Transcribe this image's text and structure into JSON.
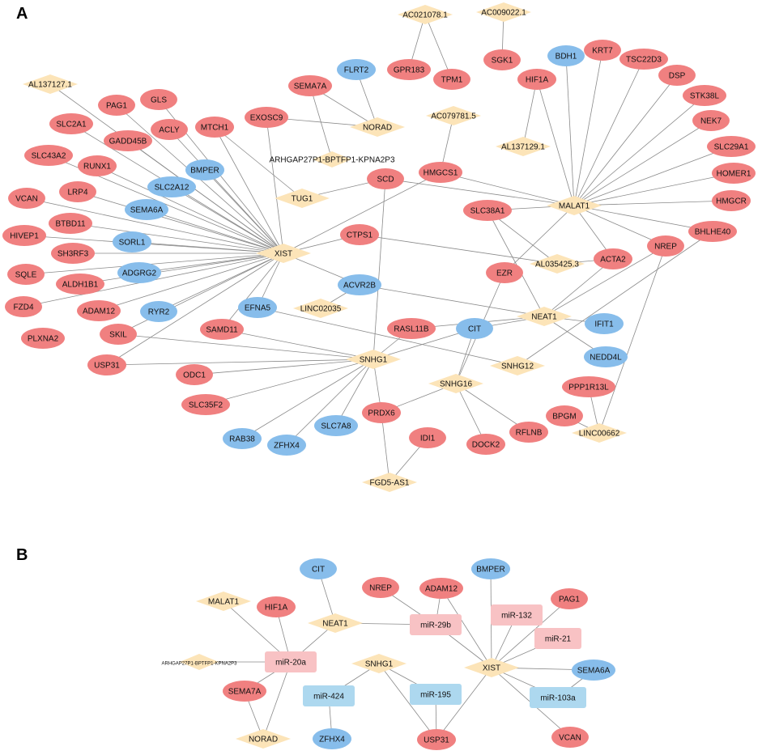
{
  "colors": {
    "red": "#F08080",
    "blue": "#87BDEB",
    "yellow": "#FCE4B8",
    "pink": "#F8C2C4",
    "lightblue": "#ADD8EF",
    "edge": "#8A8A8A"
  },
  "panels": [
    {
      "label": "A"
    },
    {
      "label": "B"
    }
  ],
  "panelA": {
    "nodes": [
      {
        "id": "AC021078.1",
        "type": "lnc"
      },
      {
        "id": "AC009022.1",
        "type": "lnc"
      },
      {
        "id": "GPR183",
        "type": "up"
      },
      {
        "id": "TPM1",
        "type": "up"
      },
      {
        "id": "SGK1",
        "type": "up"
      },
      {
        "id": "BDH1",
        "type": "down"
      },
      {
        "id": "KRT7",
        "type": "up"
      },
      {
        "id": "TSC22D3",
        "type": "up"
      },
      {
        "id": "DSP",
        "type": "up"
      },
      {
        "id": "STK38L",
        "type": "up"
      },
      {
        "id": "NEK7",
        "type": "up"
      },
      {
        "id": "SLC29A1",
        "type": "up"
      },
      {
        "id": "HOMER1",
        "type": "up"
      },
      {
        "id": "HMGCR",
        "type": "up"
      },
      {
        "id": "BHLHE40",
        "type": "up"
      },
      {
        "id": "HIF1A",
        "type": "up"
      },
      {
        "id": "AL137129.1",
        "type": "lnc"
      },
      {
        "id": "FLRT2",
        "type": "down"
      },
      {
        "id": "SEMA7A",
        "type": "up"
      },
      {
        "id": "NORAD",
        "type": "lnc"
      },
      {
        "id": "EXOSC9",
        "type": "up"
      },
      {
        "id": "AC079781.5",
        "type": "lnc"
      },
      {
        "id": "ARHGAP27P1-BPTFP1-KPNA2P3",
        "type": "lnc"
      },
      {
        "id": "HMGCS1",
        "type": "up"
      },
      {
        "id": "AL137127.1",
        "type": "lnc"
      },
      {
        "id": "PAG1",
        "type": "up"
      },
      {
        "id": "GLS",
        "type": "up"
      },
      {
        "id": "SLC2A1",
        "type": "up"
      },
      {
        "id": "ACLY",
        "type": "up"
      },
      {
        "id": "MTCH1",
        "type": "up"
      },
      {
        "id": "GADD45B",
        "type": "up"
      },
      {
        "id": "SLC43A2",
        "type": "up"
      },
      {
        "id": "RUNX1",
        "type": "up"
      },
      {
        "id": "BMPER",
        "type": "down"
      },
      {
        "id": "SLC2A12",
        "type": "down"
      },
      {
        "id": "TUG1",
        "type": "lnc"
      },
      {
        "id": "SCD",
        "type": "up"
      },
      {
        "id": "MALAT1",
        "type": "lnc"
      },
      {
        "id": "VCAN",
        "type": "up"
      },
      {
        "id": "LRP4",
        "type": "up"
      },
      {
        "id": "SEMA6A",
        "type": "down"
      },
      {
        "id": "SLC38A1",
        "type": "up"
      },
      {
        "id": "HIVEP1",
        "type": "up"
      },
      {
        "id": "BTBD11",
        "type": "up"
      },
      {
        "id": "SORL1",
        "type": "down"
      },
      {
        "id": "CTPS1",
        "type": "up"
      },
      {
        "id": "NREP",
        "type": "up"
      },
      {
        "id": "SH3RF3",
        "type": "up"
      },
      {
        "id": "XIST",
        "type": "lnc"
      },
      {
        "id": "ACTA2",
        "type": "up"
      },
      {
        "id": "SQLE",
        "type": "up"
      },
      {
        "id": "ADGRG2",
        "type": "down"
      },
      {
        "id": "AL035425.3",
        "type": "lnc"
      },
      {
        "id": "EZR",
        "type": "up"
      },
      {
        "id": "ALDH1B1",
        "type": "up"
      },
      {
        "id": "ACVR2B",
        "type": "down"
      },
      {
        "id": "FZD4",
        "type": "up"
      },
      {
        "id": "ADAM12",
        "type": "up"
      },
      {
        "id": "RYR2",
        "type": "down"
      },
      {
        "id": "EFNA5",
        "type": "down"
      },
      {
        "id": "LINC02035",
        "type": "lnc"
      },
      {
        "id": "NEAT1",
        "type": "lnc"
      },
      {
        "id": "IFIT1",
        "type": "down"
      },
      {
        "id": "PLXNA2",
        "type": "up"
      },
      {
        "id": "SKIL",
        "type": "up"
      },
      {
        "id": "SAMD11",
        "type": "up"
      },
      {
        "id": "RASL11B",
        "type": "up"
      },
      {
        "id": "CIT",
        "type": "down"
      },
      {
        "id": "NEDD4L",
        "type": "down"
      },
      {
        "id": "USP31",
        "type": "up"
      },
      {
        "id": "SNHG1",
        "type": "lnc"
      },
      {
        "id": "SNHG12",
        "type": "lnc"
      },
      {
        "id": "ODC1",
        "type": "up"
      },
      {
        "id": "SNHG16",
        "type": "lnc"
      },
      {
        "id": "PPP1R13L",
        "type": "up"
      },
      {
        "id": "SLC35F2",
        "type": "up"
      },
      {
        "id": "PRDX6",
        "type": "up"
      },
      {
        "id": "BPGM",
        "type": "up"
      },
      {
        "id": "RAB38",
        "type": "down"
      },
      {
        "id": "ZFHX4",
        "type": "down"
      },
      {
        "id": "SLC7A8",
        "type": "down"
      },
      {
        "id": "IDI1",
        "type": "up"
      },
      {
        "id": "DOCK2",
        "type": "up"
      },
      {
        "id": "RFLNB",
        "type": "up"
      },
      {
        "id": "LINC00662",
        "type": "lnc"
      },
      {
        "id": "FGD5-AS1",
        "type": "lnc"
      }
    ],
    "edges": [
      [
        "AC021078.1",
        "GPR183"
      ],
      [
        "AC021078.1",
        "TPM1"
      ],
      [
        "AC009022.1",
        "SGK1"
      ],
      [
        "MALAT1",
        "BDH1"
      ],
      [
        "MALAT1",
        "KRT7"
      ],
      [
        "MALAT1",
        "TSC22D3"
      ],
      [
        "MALAT1",
        "DSP"
      ],
      [
        "MALAT1",
        "STK38L"
      ],
      [
        "MALAT1",
        "NEK7"
      ],
      [
        "MALAT1",
        "SLC29A1"
      ],
      [
        "MALAT1",
        "HOMER1"
      ],
      [
        "MALAT1",
        "HMGCR"
      ],
      [
        "MALAT1",
        "BHLHE40"
      ],
      [
        "MALAT1",
        "HIF1A"
      ],
      [
        "MALAT1",
        "SCD"
      ],
      [
        "MALAT1",
        "SLC38A1"
      ],
      [
        "MALAT1",
        "NREP"
      ],
      [
        "MALAT1",
        "ACTA2"
      ],
      [
        "MALAT1",
        "EZR"
      ],
      [
        "MALAT1",
        "HMGCS1"
      ],
      [
        "AL137129.1",
        "HIF1A"
      ],
      [
        "NORAD",
        "FLRT2"
      ],
      [
        "NORAD",
        "SEMA7A"
      ],
      [
        "NORAD",
        "EXOSC9"
      ],
      [
        "AC079781.5",
        "HMGCS1"
      ],
      [
        "ARHGAP27P1-BPTFP1-KPNA2P3",
        "SEMA7A"
      ],
      [
        "TUG1",
        "SCD"
      ],
      [
        "TUG1",
        "MTCH1"
      ],
      [
        "XIST",
        "PAG1"
      ],
      [
        "XIST",
        "GLS"
      ],
      [
        "XIST",
        "SLC2A1"
      ],
      [
        "XIST",
        "ACLY"
      ],
      [
        "XIST",
        "MTCH1"
      ],
      [
        "XIST",
        "GADD45B"
      ],
      [
        "XIST",
        "SLC43A2"
      ],
      [
        "XIST",
        "RUNX1"
      ],
      [
        "XIST",
        "BMPER"
      ],
      [
        "XIST",
        "SLC2A12"
      ],
      [
        "XIST",
        "VCAN"
      ],
      [
        "XIST",
        "LRP4"
      ],
      [
        "XIST",
        "SEMA6A"
      ],
      [
        "XIST",
        "HIVEP1"
      ],
      [
        "XIST",
        "BTBD11"
      ],
      [
        "XIST",
        "SORL1"
      ],
      [
        "XIST",
        "SH3RF3"
      ],
      [
        "XIST",
        "SQLE"
      ],
      [
        "XIST",
        "ADGRG2"
      ],
      [
        "XIST",
        "ALDH1B1"
      ],
      [
        "XIST",
        "FZD4"
      ],
      [
        "XIST",
        "ADAM12"
      ],
      [
        "XIST",
        "RYR2"
      ],
      [
        "XIST",
        "SKIL"
      ],
      [
        "XIST",
        "SAMD11"
      ],
      [
        "XIST",
        "EFNA5"
      ],
      [
        "XIST",
        "ACVR2B"
      ],
      [
        "XIST",
        "USP31"
      ],
      [
        "XIST",
        "EXOSC9"
      ],
      [
        "XIST",
        "HMGCS1"
      ],
      [
        "XIST",
        "CTPS1"
      ],
      [
        "XIST",
        "AL137127.1"
      ],
      [
        "AL035425.3",
        "CTPS1"
      ],
      [
        "AL035425.3",
        "SLC38A1"
      ],
      [
        "AL035425.3",
        "ACTA2"
      ],
      [
        "NEAT1",
        "SLC38A1"
      ],
      [
        "NEAT1",
        "ACVR2B"
      ],
      [
        "NEAT1",
        "IFIT1"
      ],
      [
        "NEAT1",
        "CIT"
      ],
      [
        "NEAT1",
        "NEDD4L"
      ],
      [
        "NEAT1",
        "ACTA2"
      ],
      [
        "NEAT1",
        "NREP"
      ],
      [
        "NEAT1",
        "RASL11B"
      ],
      [
        "LINC02035",
        "ACVR2B"
      ],
      [
        "SNHG1",
        "SCD"
      ],
      [
        "SNHG1",
        "SAMD11"
      ],
      [
        "SNHG1",
        "SKIL"
      ],
      [
        "SNHG1",
        "USP31"
      ],
      [
        "SNHG1",
        "ODC1"
      ],
      [
        "SNHG1",
        "SLC35F2"
      ],
      [
        "SNHG1",
        "RAB38"
      ],
      [
        "SNHG1",
        "ZFHX4"
      ],
      [
        "SNHG1",
        "SLC7A8"
      ],
      [
        "SNHG1",
        "PRDX6"
      ],
      [
        "SNHG1",
        "CIT"
      ],
      [
        "SNHG1",
        "RASL11B"
      ],
      [
        "SNHG12",
        "EFNA5"
      ],
      [
        "SNHG12",
        "BHLHE40"
      ],
      [
        "SNHG16",
        "CIT"
      ],
      [
        "SNHG16",
        "PRDX6"
      ],
      [
        "SNHG16",
        "DOCK2"
      ],
      [
        "SNHG16",
        "RFLNB"
      ],
      [
        "SNHG16",
        "EZR"
      ],
      [
        "LINC00662",
        "BPGM"
      ],
      [
        "LINC00662",
        "PPP1R13L"
      ],
      [
        "LINC00662",
        "NREP"
      ],
      [
        "FGD5-AS1",
        "PRDX6"
      ],
      [
        "FGD5-AS1",
        "IDI1"
      ]
    ]
  },
  "panelB": {
    "nodes": [
      {
        "id": "CIT",
        "type": "down"
      },
      {
        "id": "NREP",
        "type": "up"
      },
      {
        "id": "ADAM12",
        "type": "up"
      },
      {
        "id": "BMPER",
        "type": "down"
      },
      {
        "id": "PAG1",
        "type": "up"
      },
      {
        "id": "MALAT1",
        "type": "lnc"
      },
      {
        "id": "HIF1A",
        "type": "up"
      },
      {
        "id": "NEAT1",
        "type": "lnc"
      },
      {
        "id": "miR-29b",
        "type": "mirup"
      },
      {
        "id": "miR-132",
        "type": "mirup"
      },
      {
        "id": "miR-21",
        "type": "mirup"
      },
      {
        "id": "ARHGAP27P1-BPTFP1-KPNA2P3",
        "type": "lnc"
      },
      {
        "id": "miR-20a",
        "type": "mirup"
      },
      {
        "id": "SNHG1",
        "type": "lnc"
      },
      {
        "id": "XIST",
        "type": "lnc"
      },
      {
        "id": "SEMA6A",
        "type": "down"
      },
      {
        "id": "SEMA7A",
        "type": "up"
      },
      {
        "id": "miR-424",
        "type": "mirdown"
      },
      {
        "id": "miR-195",
        "type": "mirdown"
      },
      {
        "id": "miR-103a",
        "type": "mirdown"
      },
      {
        "id": "NORAD",
        "type": "lnc"
      },
      {
        "id": "ZFHX4",
        "type": "down"
      },
      {
        "id": "USP31",
        "type": "up"
      },
      {
        "id": "VCAN",
        "type": "up"
      }
    ],
    "edges": [
      [
        "MALAT1",
        "miR-20a"
      ],
      [
        "HIF1A",
        "miR-20a"
      ],
      [
        "ARHGAP27P1-BPTFP1-KPNA2P3",
        "miR-20a"
      ],
      [
        "SEMA7A",
        "miR-20a"
      ],
      [
        "NORAD",
        "miR-20a"
      ],
      [
        "NEAT1",
        "miR-20a"
      ],
      [
        "SEMA7A",
        "NORAD"
      ],
      [
        "NEAT1",
        "CIT"
      ],
      [
        "NEAT1",
        "miR-29b"
      ],
      [
        "NREP",
        "miR-29b"
      ],
      [
        "ADAM12",
        "miR-29b"
      ],
      [
        "XIST",
        "miR-29b"
      ],
      [
        "XIST",
        "ADAM12"
      ],
      [
        "XIST",
        "BMPER"
      ],
      [
        "XIST",
        "miR-132"
      ],
      [
        "XIST",
        "miR-21"
      ],
      [
        "XIST",
        "PAG1"
      ],
      [
        "XIST",
        "SEMA6A"
      ],
      [
        "XIST",
        "miR-103a"
      ],
      [
        "XIST",
        "VCAN"
      ],
      [
        "XIST",
        "USP31"
      ],
      [
        "SEMA6A",
        "miR-103a"
      ],
      [
        "SNHG1",
        "miR-424"
      ],
      [
        "SNHG1",
        "miR-195"
      ],
      [
        "SNHG1",
        "USP31"
      ],
      [
        "miR-424",
        "ZFHX4"
      ],
      [
        "miR-195",
        "USP31"
      ]
    ]
  }
}
